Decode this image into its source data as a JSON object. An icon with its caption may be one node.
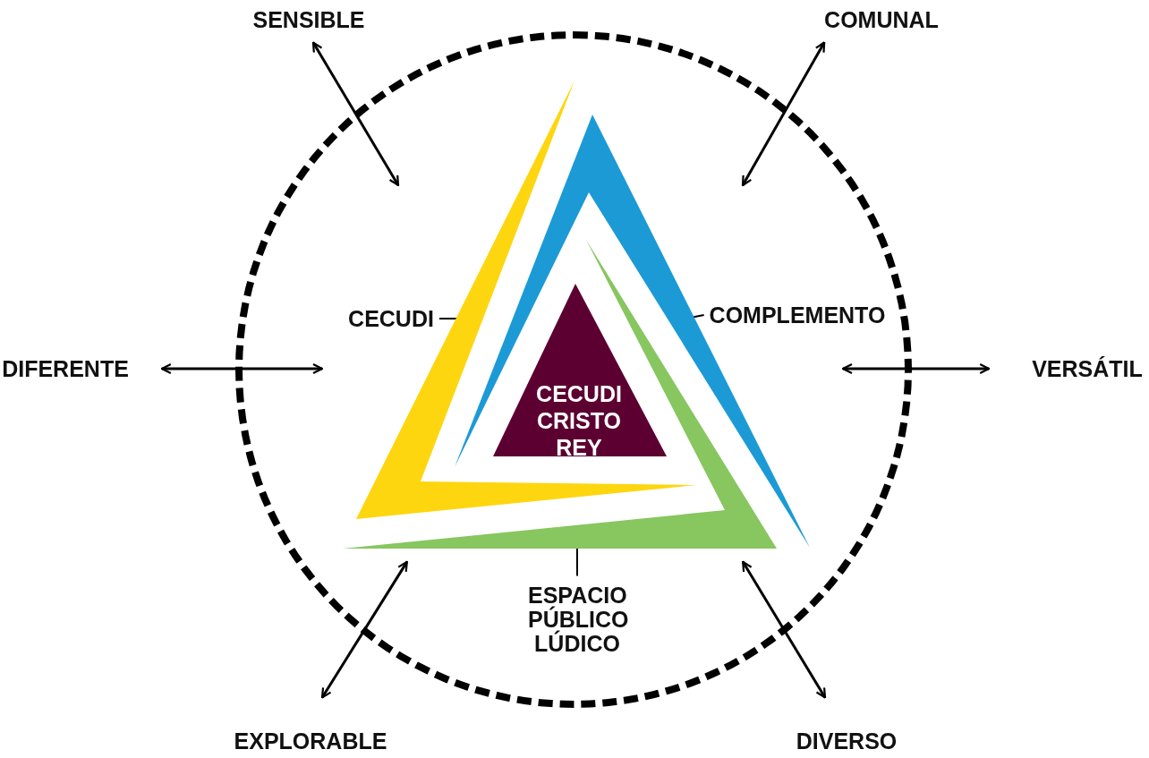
{
  "diagram": {
    "nodes": [
      {
        "text": [],
        "shape": "circle"
      },
      {
        "text": [
          "SENSIBLE"
        ]
      },
      {
        "text": [
          "COMUNAL"
        ]
      },
      {
        "text": [],
        "shape": "triangle",
        "in": 0
      },
      {
        "text": [],
        "shape": "triangle",
        "in": 0
      },
      {
        "text": [],
        "shape": "triangle",
        "in": 0
      },
      {
        "text": [
          "CECUDI"
        ],
        "in": 0
      },
      {
        "text": [
          "COMPLEMENTO"
        ],
        "in": 0
      },
      {
        "text": [
          "DIFERENTE"
        ]
      },
      {
        "text": [
          "VERSÁTIL"
        ]
      },
      {
        "text": [
          "CECUDI CRISTO REY"
        ],
        "in": 0
      },
      {
        "text": [
          "ESPACIO PÚBLICO LÚDICO"
        ],
        "in": 0
      },
      {
        "text": [
          "EXPLORABLE"
        ]
      },
      {
        "text": [
          "DIVERSO"
        ]
      }
    ],
    "edges": [
      {
        "from": null,
        "to": 1,
        "arrow": "both"
      },
      {
        "from": null,
        "to": 2,
        "arrow": "both"
      },
      {
        "from": 6,
        "to": 3,
        "arrow": "none"
      },
      {
        "from": 7,
        "to": 4,
        "arrow": "none"
      },
      {
        "from": null,
        "to": 8,
        "arrow": "both"
      },
      {
        "from": null,
        "to": 9,
        "arrow": "both"
      },
      {
        "from": 11,
        "to": 5,
        "arrow": "none"
      },
      {
        "from": 5,
        "to": 12,
        "arrow": "both"
      },
      {
        "from": 5,
        "to": 13,
        "arrow": "both"
      }
    ]
  }
}
